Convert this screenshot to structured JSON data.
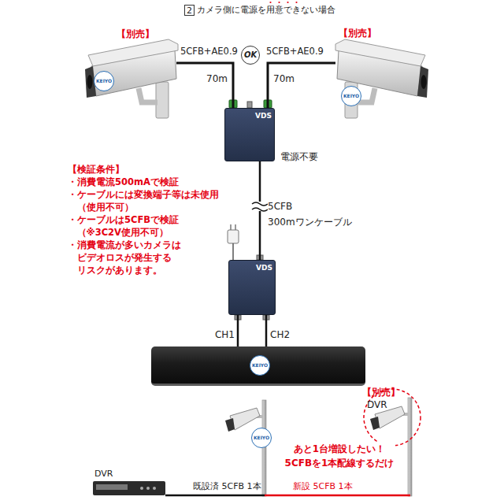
{
  "diagram": {
    "title": "カメラ側に電源を用意できない場合",
    "nodes": [
      {
        "text": [
          "KEIYO"
        ]
      },
      {
        "text": [
          "OK"
        ]
      },
      {
        "text": [
          "KEIYO"
        ]
      },
      {
        "text": [
          "VDS"
        ]
      },
      {
        "text": [
          "VDS"
        ]
      },
      {
        "text": [
          "KEIYO"
        ]
      }
    ],
    "edges": [
      {
        "from": 0,
        "to": 3,
        "arrow": "none",
        "label": "70m"
      },
      {
        "from": 2,
        "to": 3,
        "arrow": "none",
        "label": "70m"
      },
      {
        "from": 3,
        "to": 4,
        "arrow": "none",
        "label": "5CFB 300mワンケーブル"
      },
      {
        "from": 4,
        "to": 5,
        "arrow": "none",
        "label": "CH1"
      },
      {
        "from": 4,
        "to": 5,
        "arrow": "none",
        "label": "CH2"
      }
    ],
    "labels": [
      "2",
      "【別売】",
      "【別売】",
      "5CFB+AE0.9",
      "5CFB+AE0.9",
      "電源不要",
      "【検証条件】",
      "・消費電流500mAで検証",
      "・ケーブルには変換端子等は未使用 （使用不可）",
      "・ケーブルは5CFBで検証 （※3C2V使用不可）",
      "・消費電流が多いカメラは ビデオロスが発生する リスクがあります。",
      "【別売】",
      "DVR",
      "あと1台増設したい！ 5CFBを1本配線するだけ",
      "KEIYO",
      "DVR",
      "既設済 5CFB 1本",
      "新設 5CFB 1本"
    ]
  }
}
